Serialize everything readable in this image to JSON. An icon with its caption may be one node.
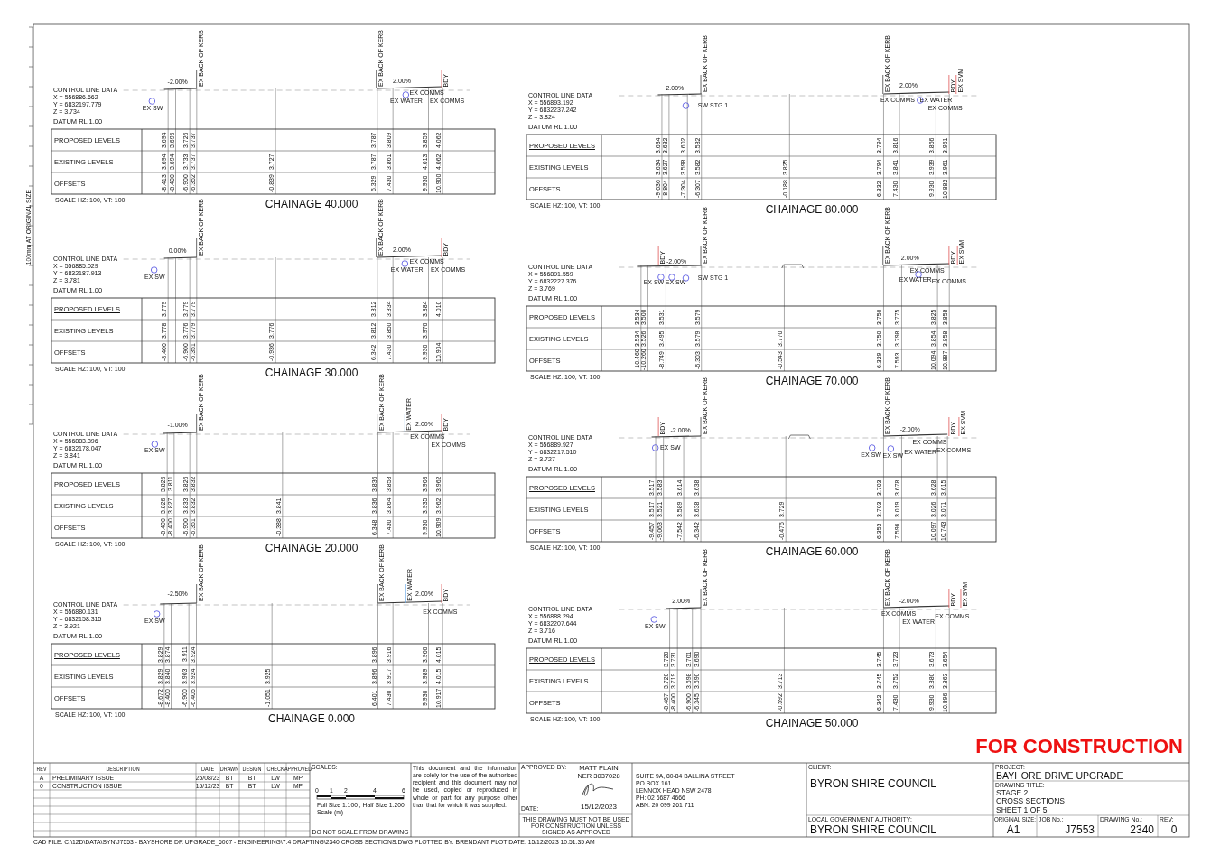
{
  "diagram": {
    "labels": [
      "EX BACK OF KERB",
      "EX BACK OF KERB",
      "BDY",
      "-2.00%",
      "2.00%",
      "EX SW",
      "EX COMMS",
      "EX WATER",
      "EX COMMS",
      "CONTROL LINE DATA",
      "X = 556886.662",
      "Y = 6832197.779",
      "Z = 3.734",
      "DATUM RL 1.00",
      "PROPOSED LEVELS",
      "3.694",
      "3.696",
      "3.726",
      "3.737",
      "3.787",
      "3.809",
      "3.859",
      "4.062",
      "EXISTING LEVELS",
      "3.694",
      "3.694",
      "3.733",
      "3.737",
      "3.727",
      "3.787",
      "3.861",
      "4.013",
      "4.062",
      "OFFSETS",
      "-8.413",
      "-8.400",
      "-6.900",
      "-6.352",
      "-0.839",
      "6.329",
      "7.430",
      "9.930",
      "10.900",
      "SCALE HZ: 100, VT: 100",
      "CHAINAGE 40.000",
      "EX BACK OF KERB",
      "EX BACK OF KERB",
      "BDY",
      "EX SVM",
      "2.00%",
      "2.00%",
      "SW STG 1",
      "EX COMMS",
      "EX WATER",
      "EX COMMS",
      "CONTROL LINE DATA",
      "X = 556893.192",
      "Y = 6832237.242",
      "Z = 3.824",
      "DATUM RL 1.00",
      "PROPOSED LEVELS",
      "3.634",
      "3.632",
      "3.602",
      "3.582",
      "3.794",
      "3.816",
      "3.866",
      "3.961",
      "EXISTING LEVELS",
      "3.634",
      "3.627",
      "3.598",
      "3.582",
      "3.825",
      "3.794",
      "3.841",
      "3.939",
      "3.961",
      "OFFSETS",
      "-9.036",
      "-8.804",
      "-7.304",
      "-6.307",
      "-0.188",
      "6.332",
      "7.430",
      "9.930",
      "10.882",
      "SCALE HZ: 100, VT: 100",
      "CHAINAGE 80.000",
      "EX BACK OF KERB",
      "EX BACK OF KERB",
      "BDY",
      "0.00%",
      "2.00%",
      "EX SW",
      "EX COMMS",
      "EX WATER",
      "EX COMMS",
      "CONTROL LINE DATA",
      "X = 556885.029",
      "Y = 6832187.913",
      "Z = 3.781",
      "DATUM RL 1.00",
      "PROPOSED LEVELS",
      "3.779",
      "3.779",
      "3.779",
      "3.812",
      "3.834",
      "3.884",
      "4.010",
      "EXISTING LEVELS",
      "3.778",
      "3.776",
      "3.779",
      "3.776",
      "3.812",
      "3.850",
      "3.976",
      "OFFSETS",
      "-8.400",
      "-6.900",
      "-6.351",
      "-0.936",
      "6.342",
      "7.430",
      "9.930",
      "10.904",
      "SCALE HZ: 100, VT: 100",
      "CHAINAGE 30.000",
      "BDY",
      "EX BACK OF KERB",
      "EX BACK OF KERB",
      "BDY",
      "EX SVM",
      "-2.00%",
      "2.00%",
      "EX SW",
      "EX SW",
      "SW STG 1",
      "EX COMMS",
      "EX WATER",
      "EX COMMS",
      "CONTROL LINE DATA",
      "X = 556891.559",
      "Y = 6832227.376",
      "Z = 3.769",
      "DATUM RL 1.00",
      "PROPOSED LEVELS",
      "3.534",
      "3.500",
      "3.531",
      "3.579",
      "3.750",
      "3.775",
      "3.825",
      "3.858",
      "EXISTING LEVELS",
      "3.534",
      "3.526",
      "3.495",
      "3.579",
      "3.770",
      "3.750",
      "3.798",
      "3.854",
      "3.858",
      "OFFSETS",
      "-10.460",
      "-10.260",
      "-8.749",
      "-6.303",
      "-0.543",
      "6.329",
      "7.593",
      "10.094",
      "10.887",
      "SCALE HZ: 100, VT: 100",
      "CHAINAGE 70.000",
      "EX BACK OF KERB",
      "EX BACK OF KERB",
      "EX WATER",
      "BDY",
      "-1.00%",
      "2.00%",
      "EX SW",
      "EX COMMS",
      "EX COMMS",
      "CONTROL LINE DATA",
      "X = 556883.396",
      "Y = 6832178.047",
      "Z = 3.841",
      "DATUM RL 1.00",
      "PROPOSED LEVELS",
      "3.826",
      "3.811",
      "3.826",
      "3.832",
      "3.836",
      "3.858",
      "3.908",
      "3.962",
      "EXISTING LEVELS",
      "3.826",
      "3.827",
      "3.833",
      "3.832",
      "3.841",
      "3.836",
      "3.864",
      "3.935",
      "3.962",
      "OFFSETS",
      "-8.490",
      "-8.400",
      "-6.900",
      "-6.361",
      "-0.388",
      "6.348",
      "7.430",
      "9.930",
      "10.909",
      "SCALE HZ: 100, VT: 100",
      "CHAINAGE 20.000",
      "BDY",
      "EX BACK OF KERB",
      "EX BACK OF KERB",
      "BDY",
      "EX SVM",
      "-2.00%",
      "-2.00%",
      "EX SW",
      "EX SW",
      "EX SW",
      "EX COMMS",
      "EX WATER",
      "EX COMMS",
      "CONTROL LINE DATA",
      "X = 556889.927",
      "Y = 6832217.510",
      "Z = 3.727",
      "DATUM RL 1.00",
      "PROPOSED LEVELS",
      "3.517",
      "3.583",
      "3.614",
      "3.638",
      "3.703",
      "3.678",
      "3.628",
      "3.615",
      "EXISTING LEVELS",
      "3.517",
      "3.521",
      "3.589",
      "3.638",
      "3.729",
      "3.703",
      "3.019",
      "3.026",
      "3.071",
      "OFFSETS",
      "-9.457",
      "-9.063",
      "-7.542",
      "-6.342",
      "-0.476",
      "6.353",
      "7.596",
      "10.097",
      "10.743",
      "SCALE HZ: 100, VT: 100",
      "CHAINAGE 60.000",
      "EX BACK OF KERB",
      "EX BACK OF KERB",
      "EX WATER",
      "BDY",
      "-2.50%",
      "2.00%",
      "EX SW",
      "EX COMMS",
      "CONTROL LINE DATA",
      "X = 556880.131",
      "Y = 6832158.315",
      "Z = 3.921",
      "DATUM RL 1.00",
      "PROPOSED LEVELS",
      "3.829",
      "3.874",
      "3.911",
      "3.924",
      "3.896",
      "3.916",
      "3.966",
      "4.015",
      "EXISTING LEVELS",
      "3.829",
      "3.840",
      "3.903",
      "3.924",
      "3.925",
      "3.896",
      "3.917",
      "3.989",
      "4.015",
      "OFFSETS",
      "-8.672",
      "-8.400",
      "-6.900",
      "-6.405",
      "-1.051",
      "6.401",
      "7.430",
      "9.930",
      "10.917",
      "SCALE HZ: 100, VT: 100",
      "CHAINAGE 0.000",
      "EX BACK OF KERB",
      "EX BACK OF KERB",
      "BDY",
      "EX SVM",
      "2.00%",
      "-2.00%",
      "EX SW",
      "EX COMMS",
      "EX WATER",
      "EX COMMS",
      "CONTROL LINE DATA",
      "X = 556888.294",
      "Y = 6832207.644",
      "Z = 3.716",
      "DATUM RL 1.00",
      "PROPOSED LEVELS",
      "3.720",
      "3.731",
      "3.701",
      "3.690",
      "3.745",
      "3.723",
      "3.673",
      "3.654",
      "EXISTING LEVELS",
      "3.720",
      "3.719",
      "3.698",
      "3.690",
      "3.713",
      "3.745",
      "3.752",
      "3.880",
      "3.863",
      "OFFSETS",
      "-8.467",
      "-8.400",
      "-6.900",
      "-6.345",
      "-0.592",
      "6.342",
      "7.430",
      "9.930",
      "10.896",
      "SCALE HZ: 100, VT: 100",
      "CHAINAGE 50.000",
      "FOR CONSTRUCTION",
      "REV",
      "DESCRIPTION",
      "DATE",
      "DRAWN",
      "DESIGN",
      "CHECK",
      "APPROVED",
      "A",
      "PRELIMINARY ISSUE",
      "25/08/23",
      "BT",
      "BT",
      "LW",
      "MP",
      "0",
      "CONSTRUCTION ISSUE",
      "15/12/23",
      "BT",
      "BT",
      "LW",
      "MP",
      "SCALES:",
      "0",
      "1",
      "2",
      "4",
      "6",
      "Full Size 1:100 ; Half Size 1:200",
      "Scale (m)",
      "DO NOT SCALE FROM DRAWING",
      "This document and the information are solely for the use of the authorised recipient and this document may not be used, copied or reproduced in whole or part for any purpose other than that for which it was supplied.",
      "APPROVED BY:",
      "MATT PLAIN",
      "NER 3037028",
      "DATE:",
      "15/12/2023",
      "THIS DRAWING MUST NOT BE USED FOR CONSTRUCTION UNLESS SIGNED AS APPROVED",
      "SUITE 9A, 80-84 BALLINA STREET",
      "PO BOX 161",
      "LENNOX HEAD NSW 2478",
      "PH: 02 6687 4666",
      "ABN: 20 099 261 711",
      "CLIENT:",
      "BYRON SHIRE COUNCIL",
      "LOCAL GOVERNMENT AUTHORITY:",
      "BYRON SHIRE COUNCIL",
      "PROJECT:",
      "BAYHORE DRIVE UPGRADE",
      "DRAWING TITLE:",
      "STAGE 2",
      "CROSS SECTIONS",
      "SHEET 1 OF 5",
      "ORIGINAL SIZE:",
      "A1",
      "JOB No.:",
      "J7553",
      "DRAWING No.:",
      "2340",
      "REV:",
      "0",
      "CAD FILE: C:\\12D\\DATA\\SYN\\J7553 - BAYSHORE DR UPGRADE_6067 - ENGINEERING\\7.4 DRAFTING\\2340 CROSS SECTIONS.DWG PLOTTED BY: BRENDANT PLOT DATE: 15/12/2023 10:51:35 AM",
      "100mm AT ORIGINAL SIZE"
    ]
  }
}
